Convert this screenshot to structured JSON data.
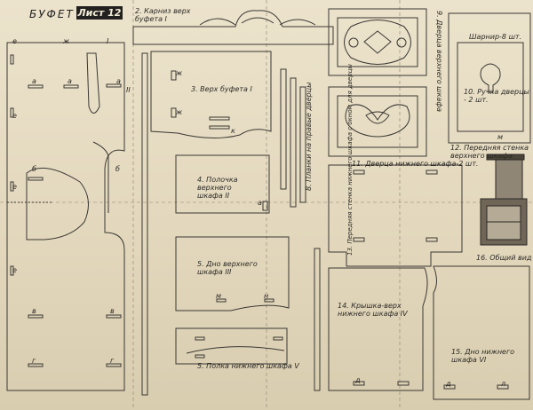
{
  "sheet": {
    "title": "БУФЕТ",
    "badge": "Лист 12"
  },
  "parts": {
    "p2": "2. Карниз верх буфета I",
    "p3": "3. Верх буфета I",
    "p4": "4. Полочка верхнего шкафа II",
    "p5": "5. Дно верхнего шкафа III",
    "p6": "5. Полка нижнего шкафа V",
    "p8": "8. Планки на правые дверцы",
    "p9": "9. Дверца верхнего шкафа",
    "p10": "10. Ручка дверцы - 2 шт.",
    "p11": "11. Дверца нижнего шкафа-2 шт.",
    "p12": "12. Передняя стенка верхнего шкафа",
    "p13": "13. Передняя стенка нижнего шкафа с окном для дверцы",
    "p14": "14. Крышка-верх нижнего шкафа IV",
    "p15": "15. Дно нижнего шкафа VI",
    "p16": "16. Общий вид",
    "hinge": "Шарнир-8 шт."
  },
  "marks": {
    "a": "а",
    "b": "б",
    "v": "в",
    "g": "г",
    "d": "д",
    "e": "е",
    "zh": "ж",
    "k": "к",
    "m": "м",
    "n": "н",
    "l": "л",
    "r1": "I",
    "r2": "II"
  }
}
